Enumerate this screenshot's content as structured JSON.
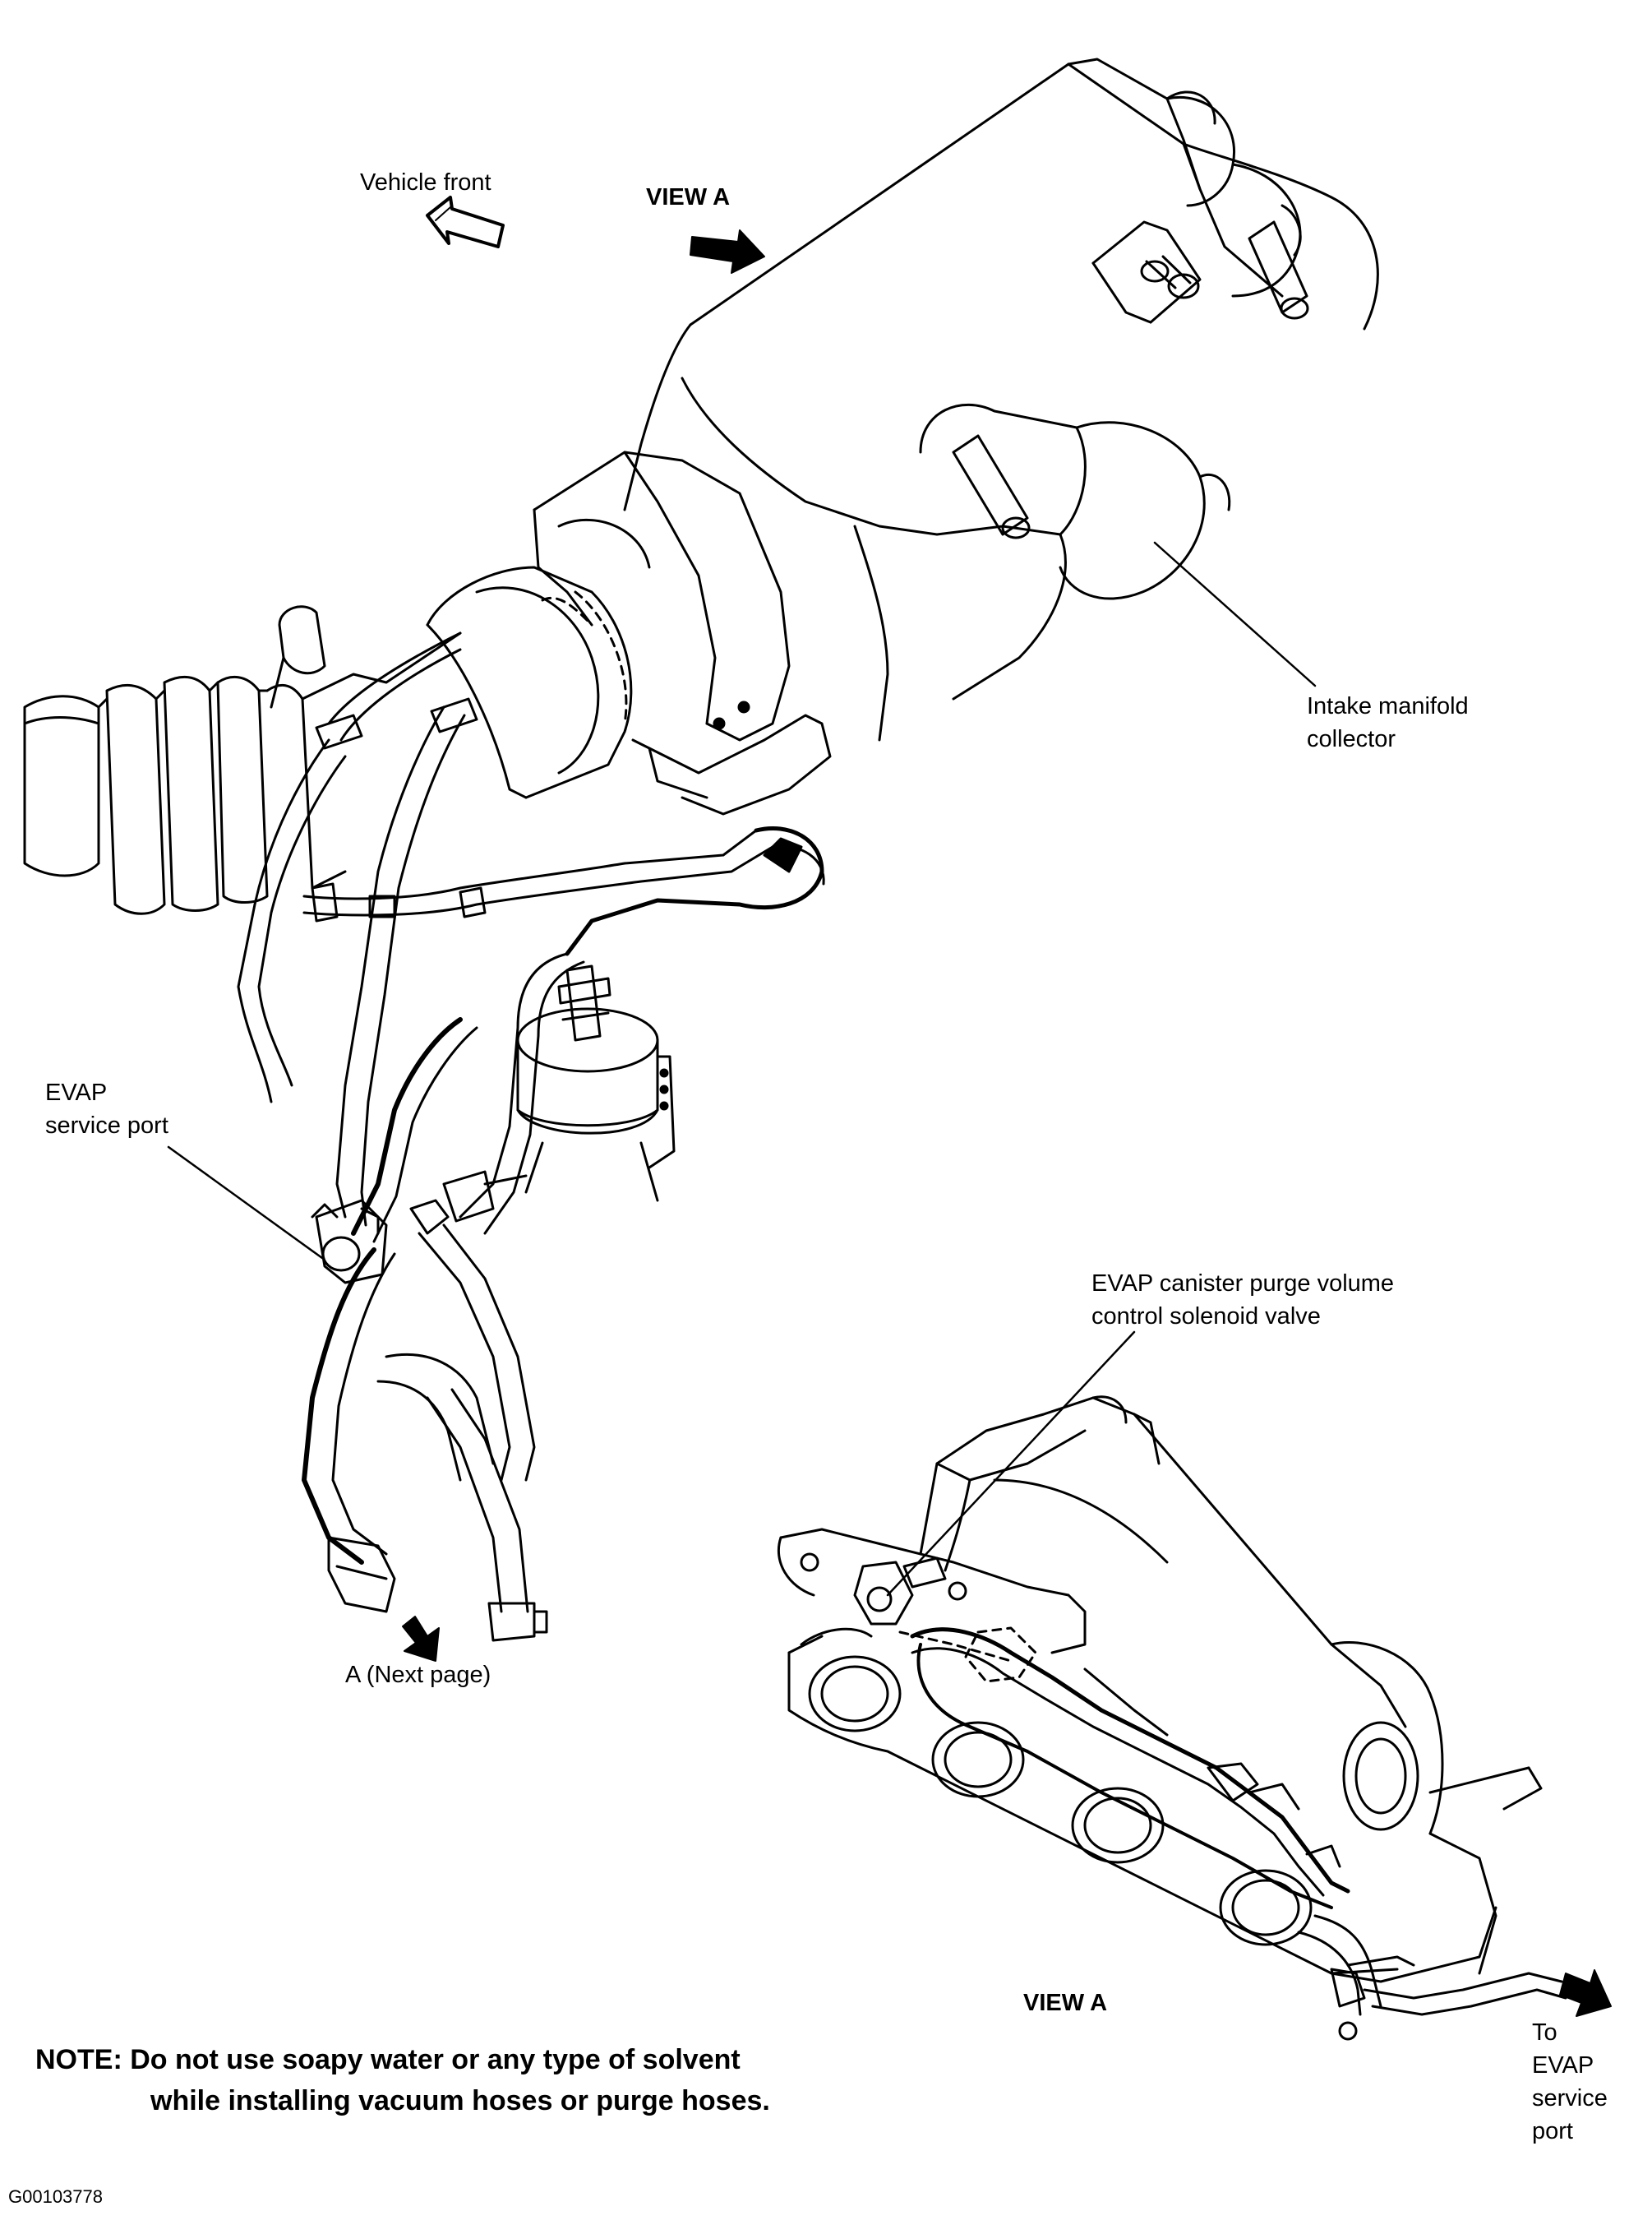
{
  "labels": {
    "vehicle_front": "Vehicle front",
    "view_a_top": "VIEW A",
    "intake_line1": "Intake manifold",
    "intake_line2": "collector",
    "evap_port_line1": "EVAP",
    "evap_port_line2": "service port",
    "purge_line1": "EVAP canister purge volume",
    "purge_line2": "control solenoid valve",
    "next_page": "A (Next page)",
    "view_a_bottom": "VIEW A",
    "to_line1": "To",
    "to_line2": "EVAP",
    "to_line3": "service",
    "to_line4": "port",
    "note_line1": "NOTE: Do not use soapy water or any type of solvent",
    "note_line2": "while installing vacuum hoses or purge hoses.",
    "figure_id": "G00103778"
  },
  "colors": {
    "ink": "#000000",
    "paper": "#ffffff"
  }
}
